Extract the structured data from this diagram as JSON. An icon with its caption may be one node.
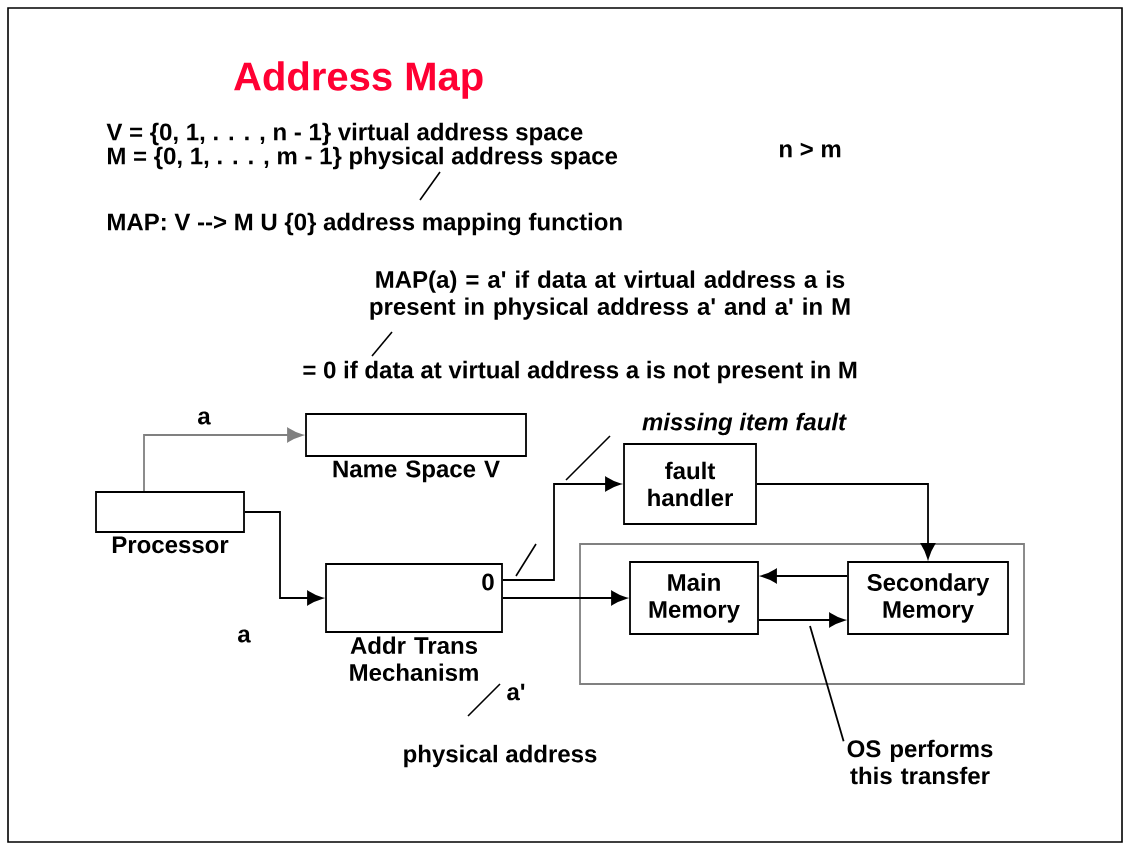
{
  "diagram": {
    "title": "Address Map",
    "nodes": [
      {
        "text": [
          "Processor"
        ]
      },
      {
        "text": [
          "Name Space V"
        ]
      },
      {
        "text": [
          "Addr Trans Mechanism"
        ]
      },
      {
        "text": [
          "fault handler"
        ]
      },
      {
        "text": [],
        "shape": "box"
      },
      {
        "text": [
          "Main Memory"
        ],
        "in": 4
      },
      {
        "text": [
          "Secondary Memory"
        ],
        "in": 4
      },
      {
        "text": [
          "OS performs this transfer"
        ]
      }
    ],
    "edges": [
      {
        "from": 0,
        "to": 1,
        "arrow": "to",
        "label": "a",
        "color": "#808080"
      },
      {
        "from": 0,
        "to": 2,
        "arrow": "to",
        "label": "a"
      },
      {
        "from": 2,
        "to": 3,
        "arrow": "to",
        "label": "missing item fault"
      },
      {
        "from": 2,
        "to": 5,
        "arrow": "to"
      },
      {
        "from": 5,
        "to": 6,
        "arrow": "to"
      },
      {
        "from": 6,
        "to": 5,
        "arrow": "to"
      },
      {
        "from": 3,
        "to": 6,
        "arrow": "to"
      },
      {
        "from": 7,
        "to": null,
        "arrow": "none"
      }
    ],
    "labels": [
      "V = {0, 1, . . . , n - 1}  virtual address space",
      "M = {0, 1, . . . , m - 1}  physical address space",
      "n > m",
      "MAP:  V -->  M  U  {0}  address mapping function",
      "MAP(a)  =  a'  if data at virtual address a is present in physical address a'  and  a' in M",
      "=  0  if data at virtual address a is not present in M",
      "0",
      "a'",
      "physical address"
    ]
  }
}
